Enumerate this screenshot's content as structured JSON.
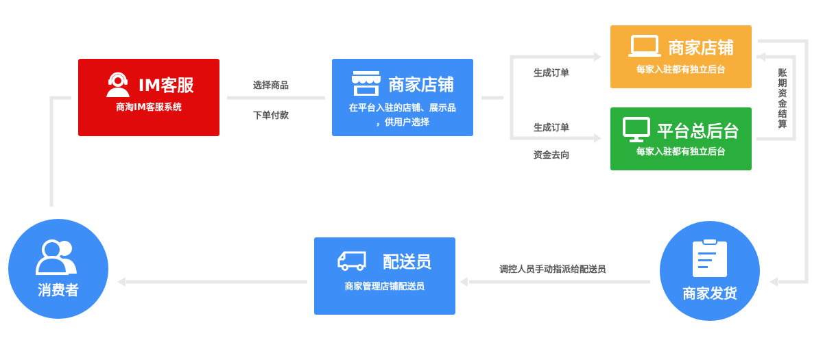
{
  "colors": {
    "red": "#e00a0a",
    "blue": "#3d8ef7",
    "orange": "#f7ae3b",
    "green": "#2aae3c",
    "connector": "#e8e8e8",
    "label": "#555555"
  },
  "nodes": {
    "im_service": {
      "title": "IM客服",
      "subtitle": "商淘IM客服系统",
      "icon": "headset-agent-icon"
    },
    "store": {
      "title": "商家店铺",
      "subtitle_line1": "在平台入驻的店铺、展示品",
      "subtitle_line2": "，供用户选择",
      "icon": "storefront-icon"
    },
    "merchant_store": {
      "title": "商家店铺",
      "subtitle": "每家入驻都有独立后台",
      "icon": "laptop-icon"
    },
    "platform_admin": {
      "title": "平台总后台",
      "subtitle": "每家入驻都有独立后台",
      "icon": "monitor-icon"
    },
    "delivery": {
      "title": "配送员",
      "subtitle": "商家管理店铺配送员",
      "icon": "delivery-truck-icon"
    },
    "consumer": {
      "title": "消费者",
      "icon": "users-icon"
    },
    "merchant_ship": {
      "title": "商家发货",
      "icon": "clipboard-icon"
    }
  },
  "edges": {
    "select_goods": "选择商品",
    "place_order": "下单付款",
    "generate_order_top": "生成订单",
    "generate_order_bottom": "生成订单",
    "fund_flow": "资金去向",
    "settlement": "账期资金结算",
    "dispatch": "调控人员手动指派给配送员"
  }
}
